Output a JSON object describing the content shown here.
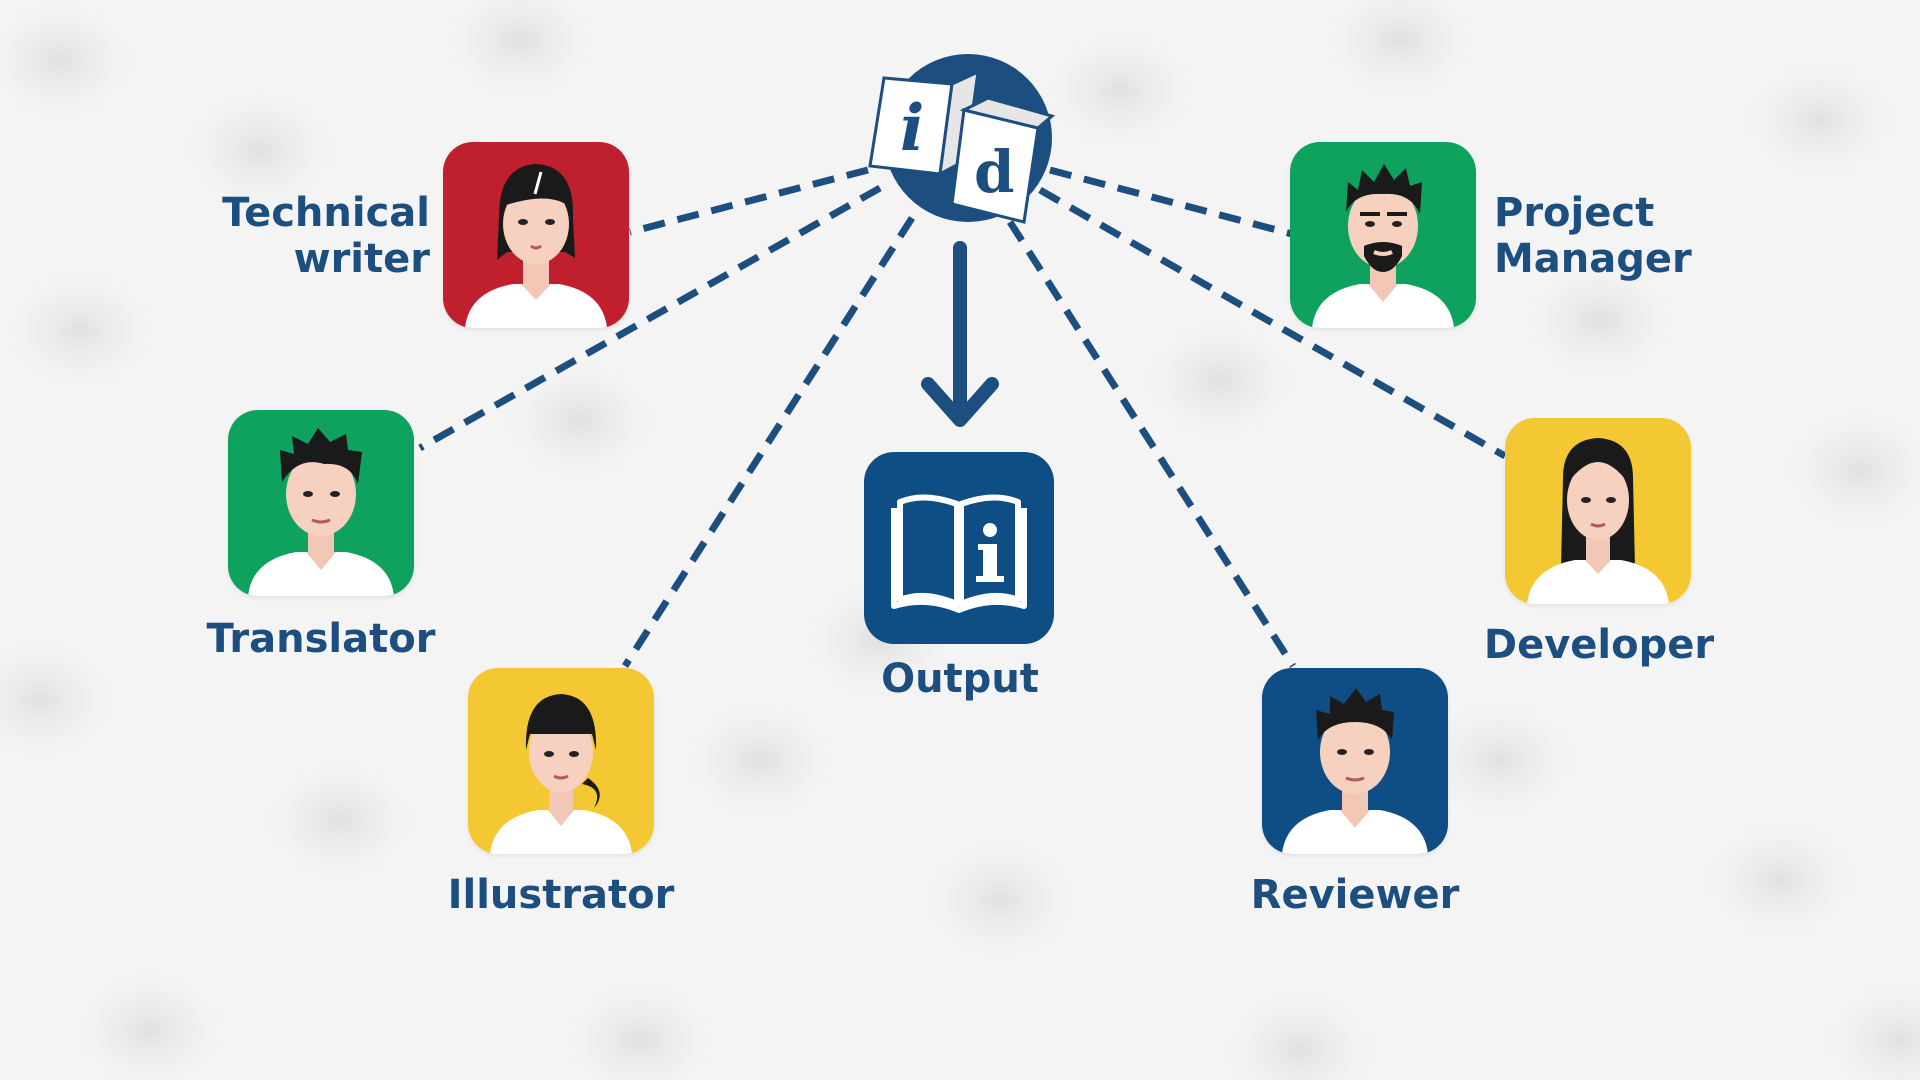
{
  "diagram": {
    "hub": {
      "icon": "id-logo-icon",
      "letter_left": "i",
      "letter_right": "d"
    },
    "output": {
      "label": "Output",
      "icon": "manual-book-info-icon"
    },
    "roles": [
      {
        "key": "technical-writer",
        "line1": "Technical",
        "line2": "writer",
        "color": "#c0202e"
      },
      {
        "key": "project-manager",
        "line1": "Project",
        "line2": "Manager",
        "color": "#0ea25e"
      },
      {
        "key": "translator",
        "line1": "Translator",
        "color": "#0ea25e"
      },
      {
        "key": "developer",
        "line1": "Developer",
        "color": "#f4c833"
      },
      {
        "key": "illustrator",
        "line1": "Illustrator",
        "color": "#f4c833"
      },
      {
        "key": "reviewer",
        "line1": "Reviewer",
        "color": "#0f4e85"
      }
    ],
    "colors": {
      "navy": "#1c4e80",
      "red": "#c0202e",
      "green": "#0ea25e",
      "yellow": "#f4c833",
      "blue": "#0f4e85"
    }
  }
}
